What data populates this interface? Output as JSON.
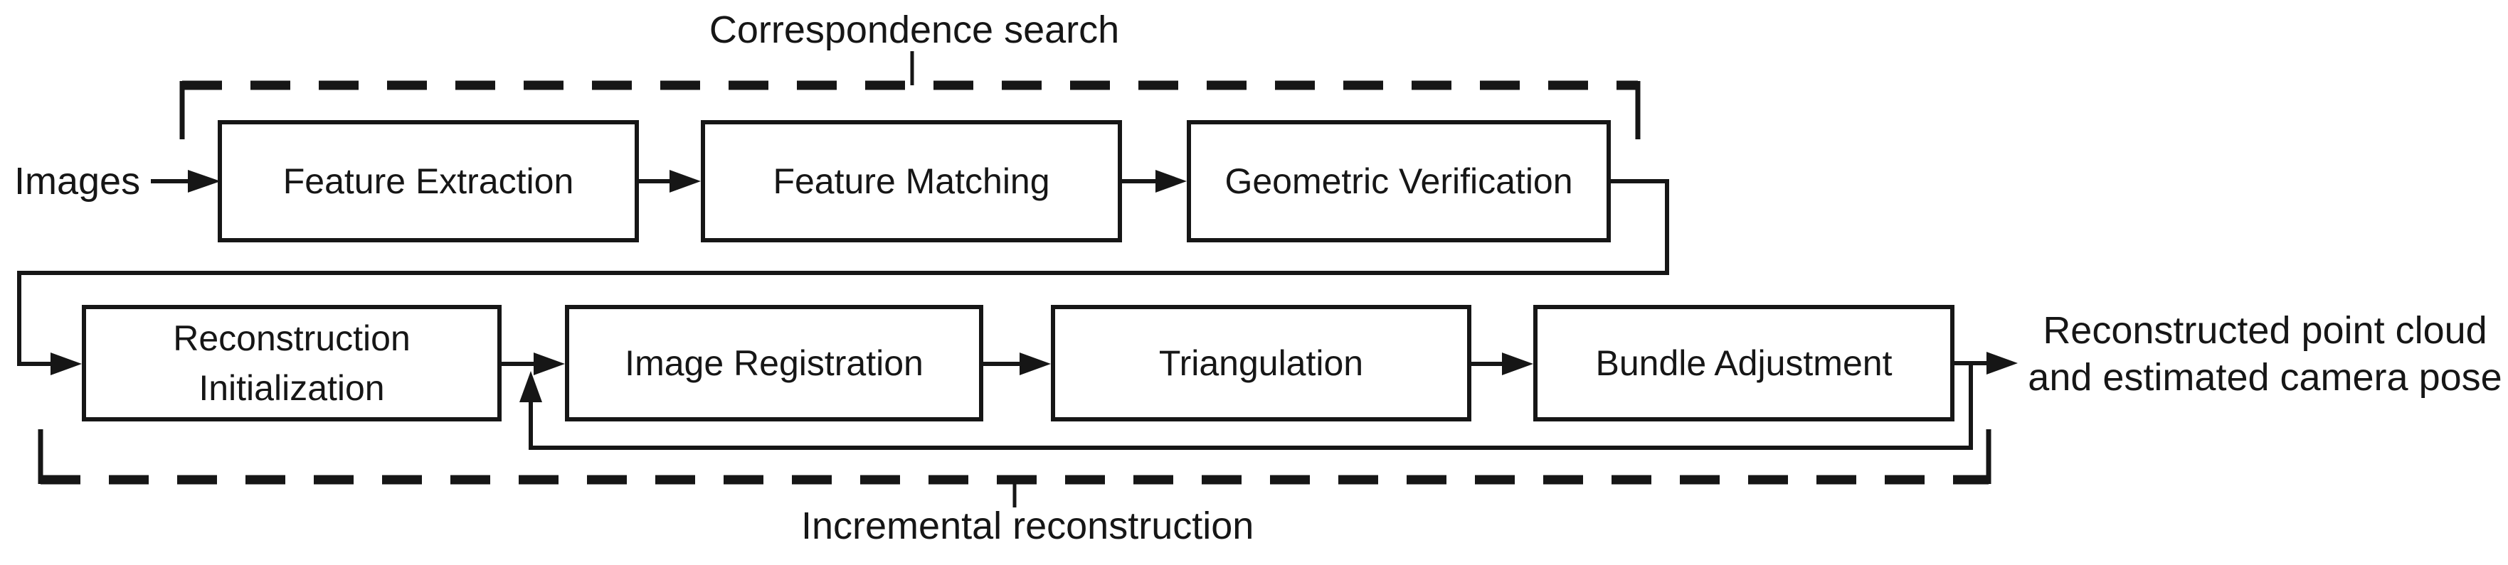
{
  "colors": {
    "ink": "#161616",
    "background": "#ffffff"
  },
  "input": {
    "label": "Images"
  },
  "output": {
    "line1": "Reconstructed point cloud",
    "line2": "and estimated camera pose"
  },
  "groups": {
    "correspondence_search": {
      "label": "Correspondence search"
    },
    "incremental_reconstruction": {
      "label": "Incremental reconstruction"
    }
  },
  "stages": {
    "feature_extraction": {
      "label": "Feature Extraction"
    },
    "feature_matching": {
      "label": "Feature Matching"
    },
    "geometric_verification": {
      "label": "Geometric Verification"
    },
    "reconstruction_initialization": {
      "label": "Reconstruction Initialization"
    },
    "image_registration": {
      "label": "Image Registration"
    },
    "triangulation": {
      "label": "Triangulation"
    },
    "bundle_adjustment": {
      "label": "Bundle Adjustment"
    }
  }
}
